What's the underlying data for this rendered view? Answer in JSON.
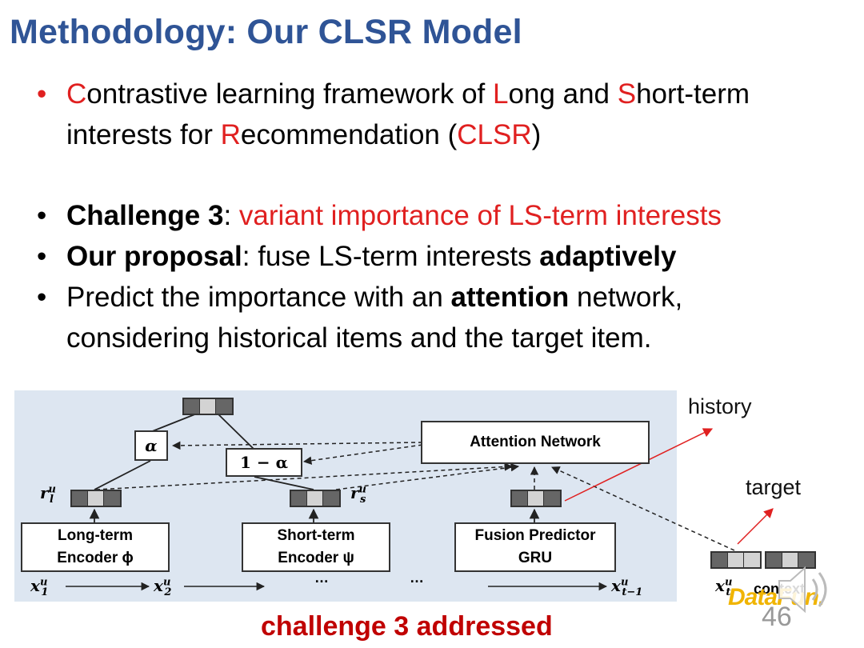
{
  "title": "Methodology: Our CLSR Model",
  "bullets": {
    "b1": {
      "line1": [
        {
          "t": "C",
          "red": true
        },
        {
          "t": "ontrastive learning framework of ",
          "red": false
        },
        {
          "t": "L",
          "red": true
        },
        {
          "t": "ong and ",
          "red": false
        },
        {
          "t": "S",
          "red": true
        },
        {
          "t": "hort-term",
          "red": false
        }
      ],
      "line2": [
        {
          "t": "interests for ",
          "red": false
        },
        {
          "t": "R",
          "red": true
        },
        {
          "t": "ecommendation (",
          "red": false
        },
        {
          "t": "CLSR",
          "red": true
        },
        {
          "t": ")",
          "red": false
        }
      ]
    },
    "b2": {
      "bold": "Challenge 3",
      "colon": ": ",
      "text": "variant importance of LS-term interests"
    },
    "b3": {
      "bold": "Our proposal",
      "text": ": fuse LS-term interests ",
      "bold2": "adaptively"
    },
    "b4": {
      "line1_a": "Predict the importance with an ",
      "line1_bold": "attention",
      "line1_b": " network,",
      "line2": "considering historical items and the target item."
    }
  },
  "diagram": {
    "attention_network": "Attention Network",
    "alpha": "α",
    "one_minus_alpha": "1 − α",
    "long_term": [
      "Long-term",
      "Encoder ϕ"
    ],
    "short_term": [
      "Short-term",
      "Encoder ψ"
    ],
    "fusion": [
      "Fusion Predictor",
      "GRU"
    ],
    "r_l": {
      "base": "r",
      "sup": "u",
      "sub": "l"
    },
    "r_s": {
      "base": "r",
      "sup": "u",
      "sub": "s"
    },
    "x1": {
      "base": "x",
      "sup": "u",
      "sub": "1"
    },
    "x2": {
      "base": "x",
      "sup": "u",
      "sub": "2"
    },
    "xt1": {
      "base": "x",
      "sup": "u",
      "sub": "t−1"
    },
    "xt": {
      "base": "x",
      "sup": "u",
      "sub": "t"
    },
    "ellipsis": "…",
    "context": "context"
  },
  "labels": {
    "history": "history",
    "target": "target"
  },
  "footer": {
    "addressed": "challenge 3 addressed",
    "page": "46",
    "logo": "DataFun."
  },
  "colors": {
    "title": "#2f5496",
    "red": "#e02020",
    "addressed": "#c00000",
    "diagram_bg": "#dde6f1"
  }
}
